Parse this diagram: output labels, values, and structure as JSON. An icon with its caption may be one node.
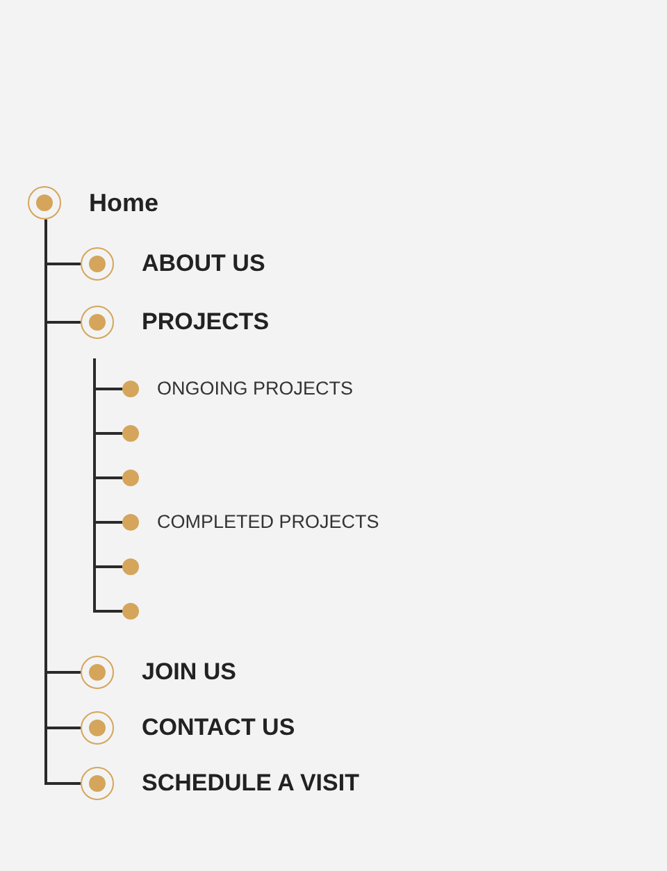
{
  "diagram": {
    "nodes": [
      {
        "text": [
          "Home"
        ]
      },
      {
        "text": [
          "ABOUT US"
        ]
      },
      {
        "text": [
          "PROJECTS"
        ]
      },
      {
        "text": [
          "ONGOING PROJECTS"
        ]
      },
      {
        "text": [],
        "shape": "circle"
      },
      {
        "text": [],
        "shape": "circle"
      },
      {
        "text": [
          "COMPLETED PROJECTS"
        ]
      },
      {
        "text": [],
        "shape": "circle"
      },
      {
        "text": [],
        "shape": "circle"
      },
      {
        "text": [
          "JOIN US"
        ]
      },
      {
        "text": [
          "CONTACT US"
        ]
      },
      {
        "text": [
          "SCHEDULE A VISIT"
        ]
      }
    ],
    "edges": [
      {
        "from": 0,
        "to": 1,
        "arrow": "none"
      },
      {
        "from": 0,
        "to": 2,
        "arrow": "none"
      },
      {
        "from": 2,
        "to": 3,
        "arrow": "none"
      },
      {
        "from": 2,
        "to": 4,
        "arrow": "none"
      },
      {
        "from": 2,
        "to": 5,
        "arrow": "none"
      },
      {
        "from": 2,
        "to": 6,
        "arrow": "none"
      },
      {
        "from": 2,
        "to": 7,
        "arrow": "none"
      },
      {
        "from": 2,
        "to": 8,
        "arrow": "none"
      },
      {
        "from": 0,
        "to": 9,
        "arrow": "none"
      },
      {
        "from": 0,
        "to": 10,
        "arrow": "none"
      },
      {
        "from": 0,
        "to": 11,
        "arrow": "none"
      }
    ]
  }
}
